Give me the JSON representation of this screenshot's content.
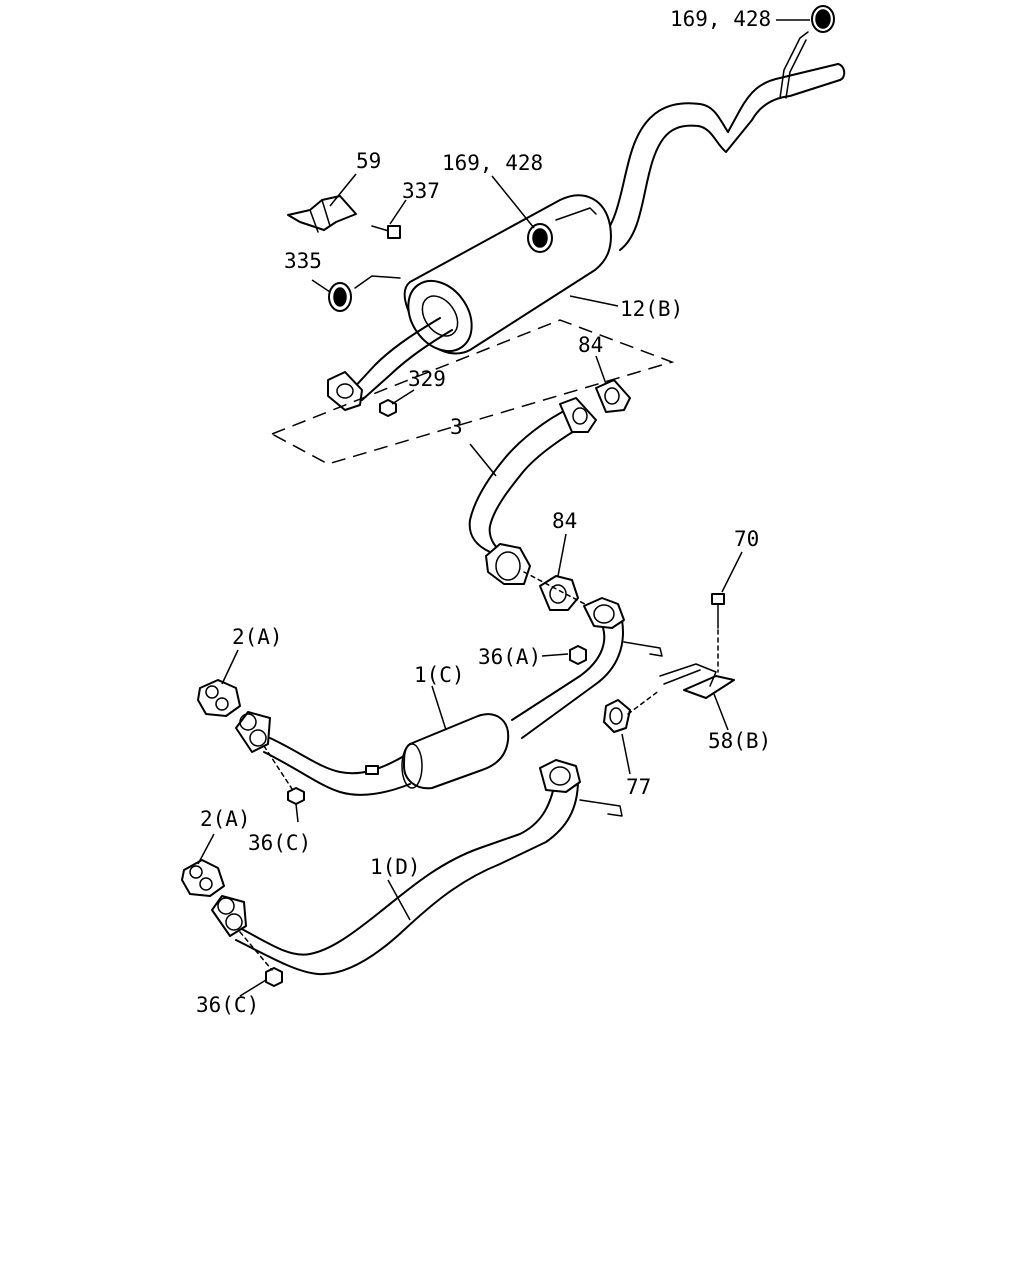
{
  "labels": {
    "tailpipe_hanger": "169, 428",
    "muffler_hanger": "169, 428",
    "bracket": "59",
    "bolt_337": "337",
    "rubber_335": "335",
    "muffler": "12(B)",
    "nut_329": "329",
    "gasket_upper": "84",
    "pipe_3": "3",
    "gasket_lower": "84",
    "bolt_70": "70",
    "manifold_gasket_upper": "2(A)",
    "nut_36a": "36(A)",
    "pipe_1c": "1(C)",
    "bracket_58b": "58(B)",
    "nut_36c_upper": "36(C)",
    "clamp_77": "77",
    "manifold_gasket_lower": "2(A)",
    "pipe_1d": "1(D)",
    "nut_36c_lower": "36(C)"
  }
}
